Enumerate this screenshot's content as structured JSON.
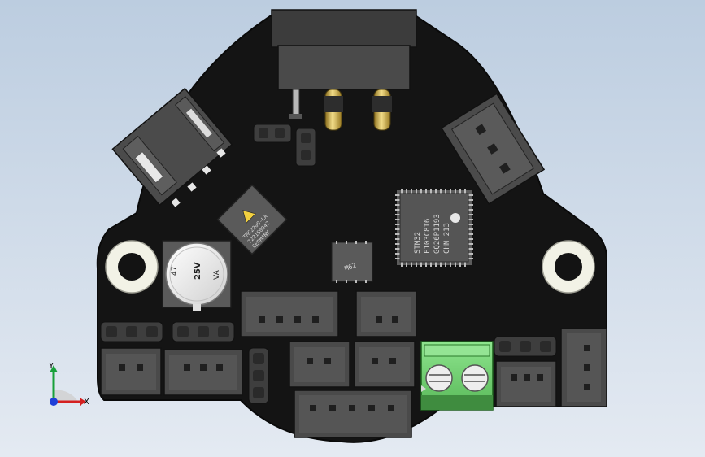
{
  "axis_triad": {
    "x_label": "X",
    "y_label": "Y",
    "x_color": "#d42020",
    "y_color": "#18a03a",
    "z_color": "#1f3fd8"
  },
  "mcu_chip": {
    "lines": [
      "STM32",
      "F103C8T6",
      "GQ26P1193",
      "CHN 213"
    ]
  },
  "driver_chip": {
    "lines": [
      "TMC2209-LA",
      "2221S0042",
      "GERMANY"
    ]
  },
  "small_chip": {
    "text": "M62"
  },
  "capacitor": {
    "lines": [
      "47",
      "25V",
      "VA"
    ]
  },
  "colors": {
    "board": "#141414",
    "connector_body": "#4a4a4a",
    "terminal_block": "#7cdc7c",
    "mount_hole_ring": "#f2f2e6"
  }
}
